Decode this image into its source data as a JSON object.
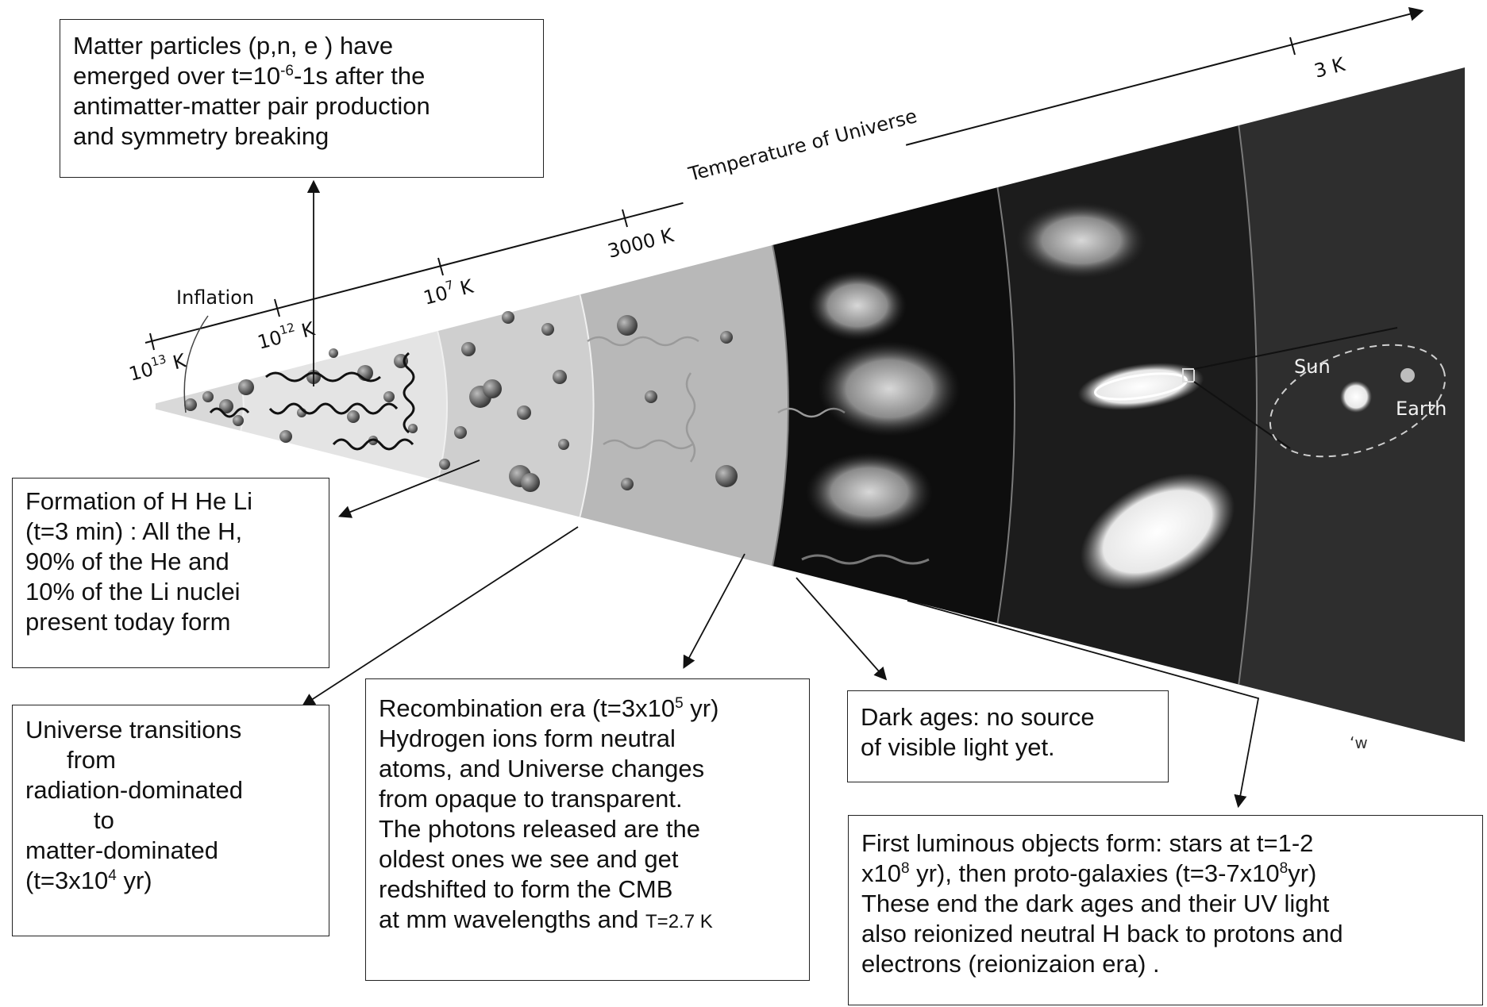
{
  "axis": {
    "title": "Temperature of Universe",
    "ticks": [
      {
        "base": "10",
        "exp": "13",
        "unit": " K"
      },
      {
        "base": "10",
        "exp": "12",
        "unit": " K"
      },
      {
        "base": "10",
        "exp": "7",
        "unit": " K"
      },
      {
        "base": "3000 K",
        "exp": "",
        "unit": ""
      },
      {
        "base": "3 K",
        "exp": "",
        "unit": ""
      }
    ]
  },
  "labels": {
    "inflation": "Inflation",
    "sun": "Sun",
    "earth": "Earth",
    "credit": "ʻw"
  },
  "boxes": {
    "matter": {
      "l1a": "Matter particles (p,n, e ) have",
      "l2a": "emerged over t=10",
      "l2sup": "-6",
      "l2b": "-1s after the",
      "l3": "antimatter-matter pair production",
      "l4": "and symmetry breaking"
    },
    "formation": {
      "l1": "Formation of H He Li",
      "l2": "(t=3 min)  : All the H,",
      "l3": "90% of the He and",
      "l4": "10% of the Li nuclei",
      "l5": "present today form"
    },
    "transition": {
      "l1": "Universe transitions",
      "l2": "from",
      "l3": "radiation-dominated",
      "l4": "to",
      "l5": "matter-dominated",
      "l6a": "(t=3x10",
      "l6sup": "4",
      "l6b": " yr)"
    },
    "recombination": {
      "l1a": "Recombination era (t=3x10",
      "l1sup": "5",
      "l1b": " yr)",
      "l2": "Hydrogen  ions form neutral",
      "l3": "atoms, and Universe changes",
      "l4": "from opaque to transparent.",
      "l5": "The photons released are the",
      "l6": "oldest ones we see and get",
      "l7": "redshifted  to form the CMB",
      "l8a": "at mm wavelengths and ",
      "l8small": "T=2.7 K"
    },
    "dark": {
      "l1": "Dark ages: no source",
      "l2": "of visible light yet."
    },
    "luminous": {
      "l1": "First luminous objects form: stars at t=1-2",
      "l2a": "x10",
      "l2sup": "8",
      "l2b": " yr),  then proto-galaxies (t=3-7x10",
      "l2sup2": "8",
      "l2c": "yr)",
      "l3": "These end the dark ages and their UV light",
      "l4": "also reionized neutral H back to protons and",
      "l5": "electrons (reionizaion era) ."
    }
  },
  "colors": {
    "era1": "#d9d9d9",
    "era2": "#e4e4e4",
    "era3": "#cfcfcf",
    "era4": "#b8b8b8",
    "era5": "#0e0e0e",
    "era6": "#1c1c1c",
    "era7": "#2e2e2e"
  }
}
